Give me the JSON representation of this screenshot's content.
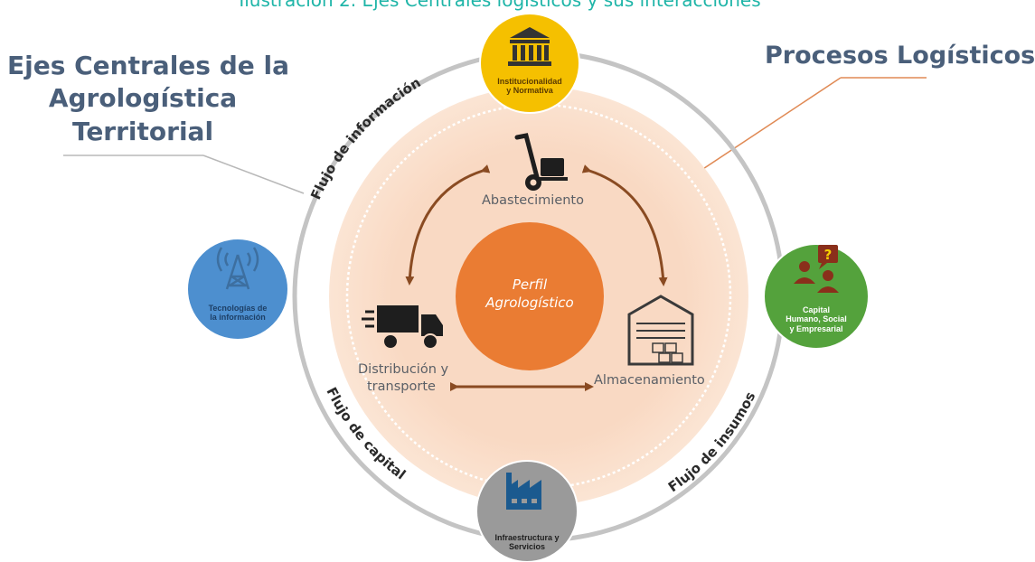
{
  "caption": "Ilustración 2. Ejes Centrales logísticos y sus interacciones",
  "left_title": [
    "Ejes Centrales de la",
    "Agrologística",
    "Territorial"
  ],
  "right_title": "Procesos Logísticos",
  "center": [
    "Perfil",
    "Agrologístico"
  ],
  "processes": {
    "abastecimiento": "Abastecimiento",
    "distribucion": [
      "Distribución y",
      "transporte"
    ],
    "almacenamiento": "Almacenamiento"
  },
  "axes": {
    "institucionalidad": [
      "Institucionalidad",
      "y Normativa"
    ],
    "tecnologias": [
      "Tecnologías de",
      "la información"
    ],
    "capital_humano": [
      "Capital",
      "Humano, Social",
      "y Empresarial"
    ],
    "infraestructura": [
      "Infraestructura y",
      "Servicios"
    ]
  },
  "flows": {
    "informacion": "Flujo de información",
    "capital": "Flujo de capital",
    "insumos": "Flujo de insumos"
  },
  "colors": {
    "caption": "#1fb5a8",
    "titles": "#4a5f7a",
    "outer_ring": "#c4c4c4",
    "process_disc": "#f9d9c3",
    "center": "#ea7c33",
    "arrows": "#8a4b22",
    "institucionalidad": "#f5c000",
    "tecnologias": "#4d8fcf",
    "capital_humano": "#54a23c",
    "infraestructura": "#9a9a9a",
    "icon_dark": "#333333"
  }
}
